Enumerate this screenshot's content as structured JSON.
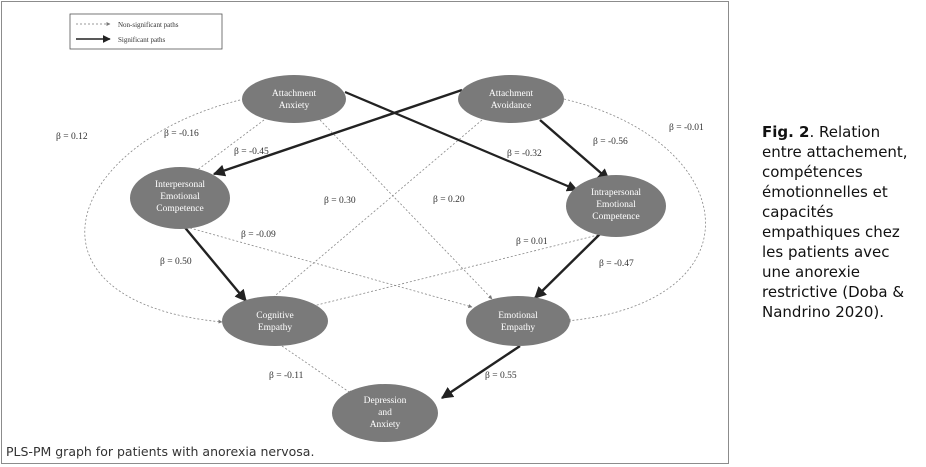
{
  "legend": {
    "non_significant": "Non-significant paths",
    "significant": "Significant paths"
  },
  "nodes": [
    {
      "id": "attachment-anxiety",
      "lines": [
        "Attachment",
        "Anxiety"
      ]
    },
    {
      "id": "attachment-avoidance",
      "lines": [
        "Attachment",
        "Avoidance"
      ]
    },
    {
      "id": "interpersonal-ec",
      "lines": [
        "Interpersonal",
        "Emotional",
        "Competence"
      ]
    },
    {
      "id": "intrapersonal-ec",
      "lines": [
        "Intrapersonal",
        "Emotional",
        "Competence"
      ]
    },
    {
      "id": "cognitive-empathy",
      "lines": [
        "Cognitive",
        "Empathy"
      ]
    },
    {
      "id": "emotional-empathy",
      "lines": [
        "Emotional",
        "Empathy"
      ]
    },
    {
      "id": "depression-anxiety",
      "lines": [
        "Depression",
        "and",
        "Anxiety"
      ]
    }
  ],
  "paths": [
    {
      "from": "attachment-anxiety",
      "to": "cognitive-empathy",
      "beta": "β = 0.12",
      "significant": false
    },
    {
      "from": "attachment-anxiety",
      "to": "interpersonal-ec",
      "beta": "β = -0.16",
      "significant": false
    },
    {
      "from": "attachment-avoidance",
      "to": "interpersonal-ec",
      "beta": "β = -0.45",
      "significant": true
    },
    {
      "from": "attachment-anxiety",
      "to": "intrapersonal-ec",
      "beta": "β = -0.32",
      "significant": true
    },
    {
      "from": "attachment-avoidance",
      "to": "intrapersonal-ec",
      "beta": "β = -0.56",
      "significant": true
    },
    {
      "from": "attachment-avoidance",
      "to": "emotional-empathy",
      "beta": "β = -0.01",
      "significant": false
    },
    {
      "from": "attachment-avoidance",
      "to": "cognitive-empathy",
      "beta": "β = 0.30",
      "significant": false
    },
    {
      "from": "attachment-anxiety",
      "to": "emotional-empathy",
      "beta": "β = 0.20",
      "significant": false
    },
    {
      "from": "interpersonal-ec",
      "to": "emotional-empathy",
      "beta": "β = -0.09",
      "significant": false
    },
    {
      "from": "intrapersonal-ec",
      "to": "cognitive-empathy",
      "beta": "β = 0.01",
      "significant": false
    },
    {
      "from": "interpersonal-ec",
      "to": "cognitive-empathy",
      "beta": "β = 0.50",
      "significant": true
    },
    {
      "from": "intrapersonal-ec",
      "to": "emotional-empathy",
      "beta": "β = -0.47",
      "significant": true
    },
    {
      "from": "cognitive-empathy",
      "to": "depression-anxiety",
      "beta": "β = -0.11",
      "significant": false
    },
    {
      "from": "emotional-empathy",
      "to": "depression-anxiety",
      "beta": "β = 0.55",
      "significant": true
    }
  ],
  "graph_caption": "PLS-PM graph for patients with anorexia nervosa.",
  "side_caption": {
    "fig_label": "Fig. 2",
    "text": ". Relation entre attachement, compétences émotionnelles et capacités empathiques chez les patients avec une anorexie restrictive (Doba & Nandrino 2020)."
  },
  "colors": {
    "node_fill": "#7a7a7a",
    "node_text": "#ffffff",
    "path_stroke": "#222222",
    "dashed_stroke": "#888888"
  }
}
